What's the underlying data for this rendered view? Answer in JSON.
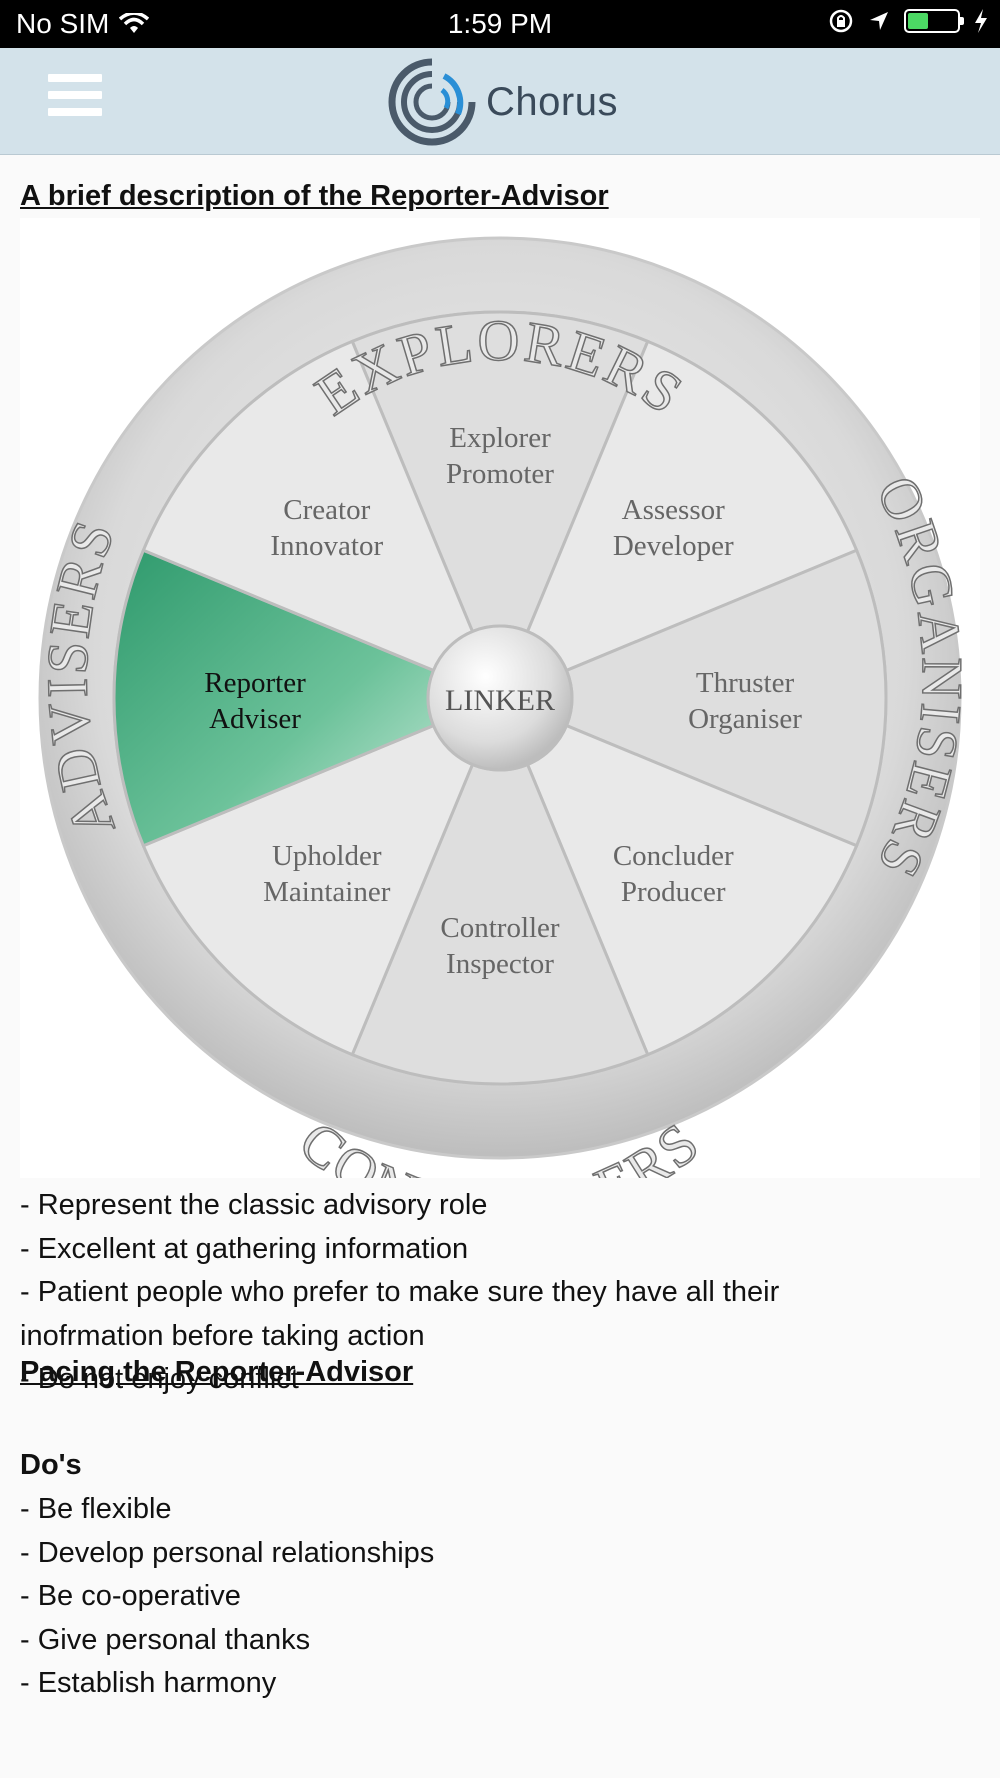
{
  "status_bar": {
    "carrier": "No SIM",
    "time": "1:59 PM"
  },
  "header": {
    "logo_text": "Chorus",
    "icons": {
      "menu": "hamburger-menu-icon",
      "logo": "chorus-logo-icon"
    }
  },
  "page": {
    "title": "A brief description of the Reporter-Advisor",
    "description_lines": [
      "- Represent the classic advisory role",
      "- Excellent at gathering information",
      "- Patient people who prefer to make sure they have all their",
      "inofrmation before taking action",
      "- Do not enjoy conflict"
    ],
    "pacing_heading": "Pacing the Reporter-Advisor",
    "dos_heading": "Do's",
    "dos_lines": [
      "- Be flexible",
      "- Develop personal relationships",
      "- Be co-operative",
      "- Give personal thanks",
      "- Establish harmony"
    ]
  },
  "wheel": {
    "center": "LINKER",
    "outer_labels": {
      "top": "EXPLORERS",
      "right": "ORGANISERS",
      "bottom": "CONTROLLERS",
      "left": "ADVISERS"
    },
    "segments": [
      {
        "line1": "Explorer",
        "line2": "Promoter"
      },
      {
        "line1": "Assessor",
        "line2": "Developer"
      },
      {
        "line1": "Thruster",
        "line2": "Organiser"
      },
      {
        "line1": "Concluder",
        "line2": "Producer"
      },
      {
        "line1": "Controller",
        "line2": "Inspector"
      },
      {
        "line1": "Upholder",
        "line2": "Maintainer"
      },
      {
        "line1": "Reporter",
        "line2": "Adviser"
      },
      {
        "line1": "Creator",
        "line2": "Innovator"
      }
    ],
    "highlighted_segment": "Reporter Adviser",
    "colors": {
      "highlight": "#3aa57a",
      "segment": "#e2e2e2",
      "ring": "#d8d8d8"
    }
  }
}
